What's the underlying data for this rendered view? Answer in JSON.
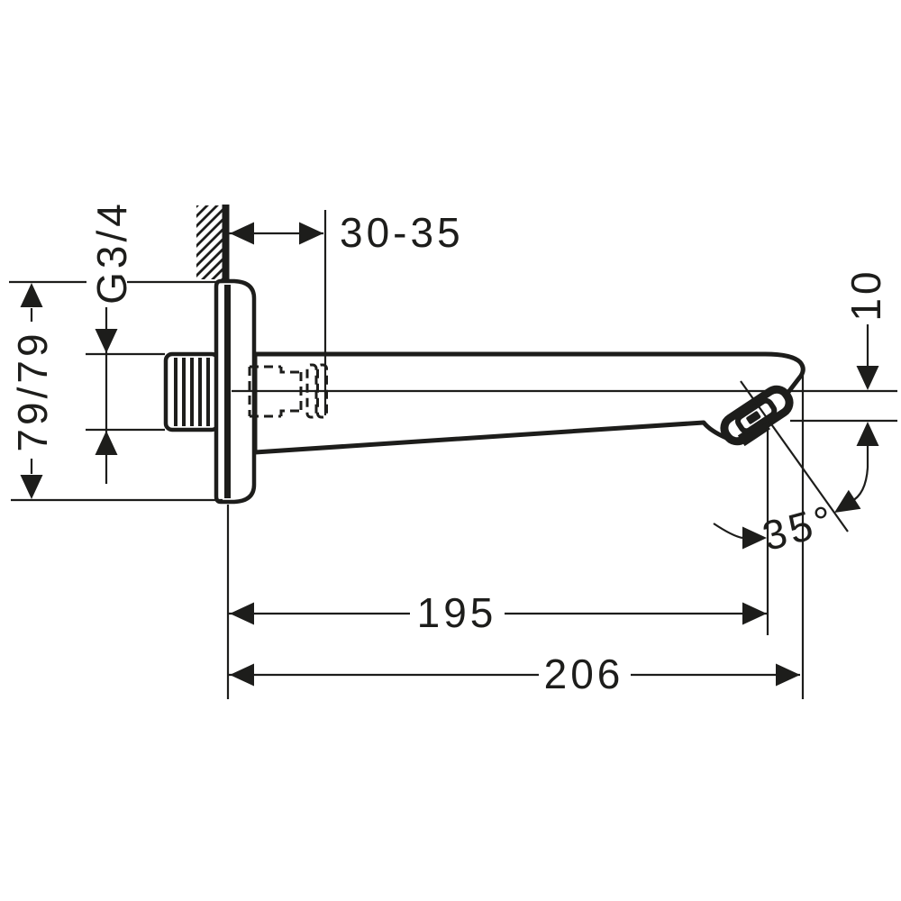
{
  "drawing": {
    "colors": {
      "ink": "#1d1d1b",
      "paper": "#ffffff"
    },
    "dimensions": {
      "wall_pipe_protrusion": "30-35",
      "thread_size": "G3/4",
      "escutcheon_size": "79/79",
      "outlet_drop": "10",
      "flow_angle": "35°",
      "length_to_outlet": "195",
      "length_total": "206"
    }
  }
}
